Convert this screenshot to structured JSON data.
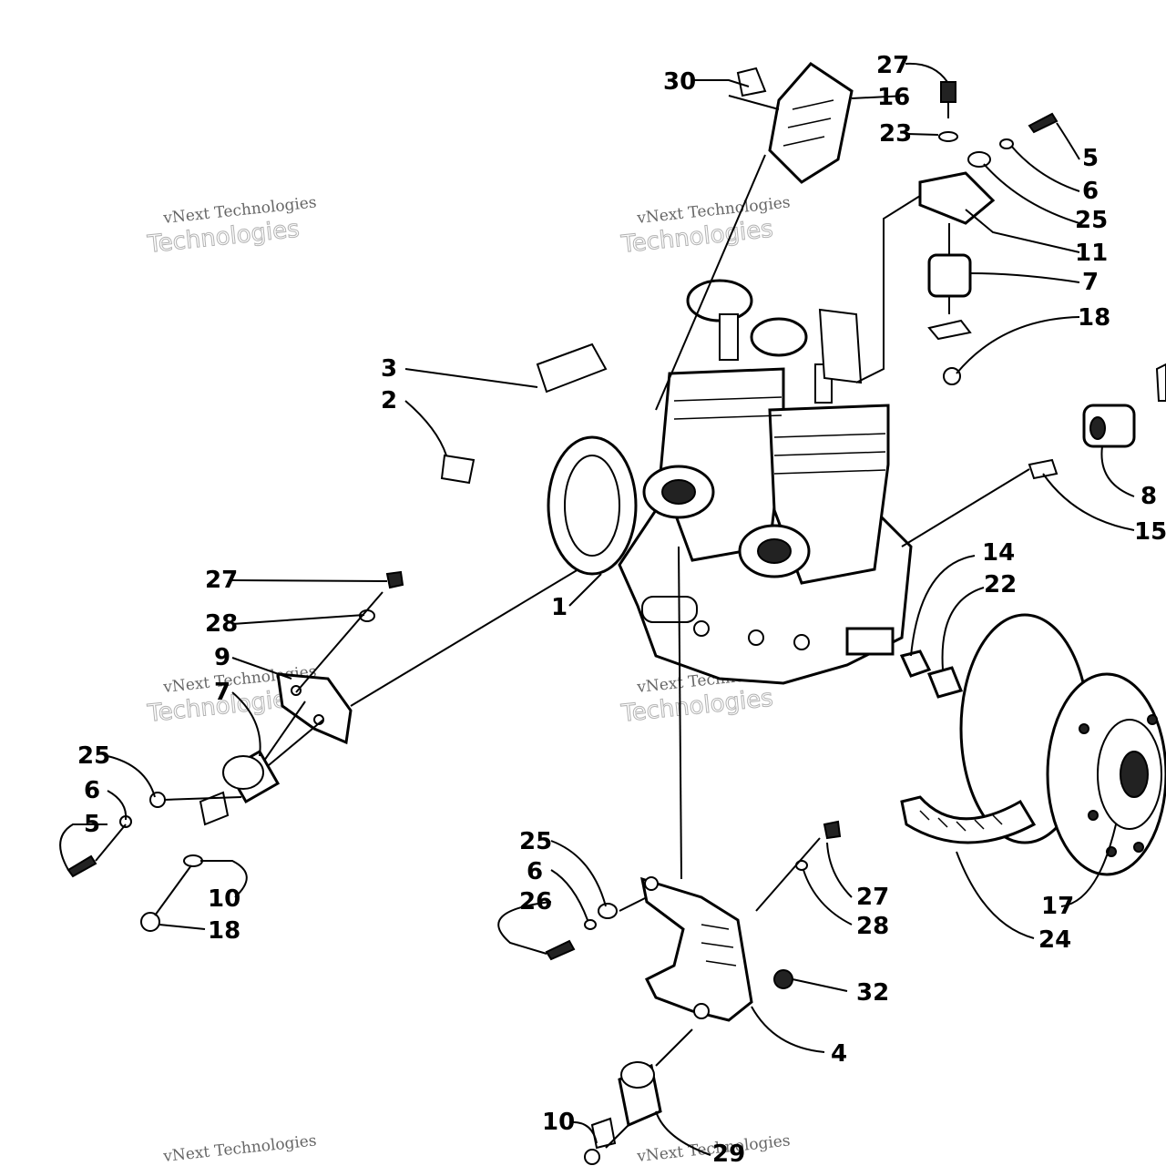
{
  "watermark": {
    "line1": "vNext Technologies",
    "line2": "Technologies",
    "line3": "vNext"
  },
  "callouts": {
    "c30": "30",
    "c16": "16",
    "c27a": "27",
    "c23": "23",
    "c5a": "5",
    "c6a": "6",
    "c25a": "25",
    "c11": "11",
    "c7a": "7",
    "c18a": "18",
    "c3": "3",
    "c2": "2",
    "c8": "8",
    "c15": "15",
    "c14": "14",
    "c22": "22",
    "c1": "1",
    "c27b": "27",
    "c28a": "28",
    "c9": "9",
    "c7b": "7",
    "c25b": "25",
    "c6b": "6",
    "c5b": "5",
    "c10a": "10",
    "c18b": "18",
    "c25c": "25",
    "c6c": "6",
    "c26": "26",
    "c27c": "27",
    "c28b": "28",
    "c17": "17",
    "c24": "24",
    "c32": "32",
    "c4": "4",
    "c10b": "10",
    "c29": "29"
  }
}
